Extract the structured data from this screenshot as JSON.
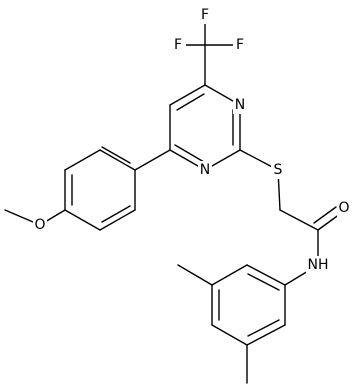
{
  "molecule": {
    "atoms": {
      "F1": "F",
      "F2": "F",
      "F3": "F",
      "N1": "N",
      "N2": "N",
      "S": "S",
      "O1": "O",
      "N3": "NH",
      "O2": "O"
    }
  }
}
